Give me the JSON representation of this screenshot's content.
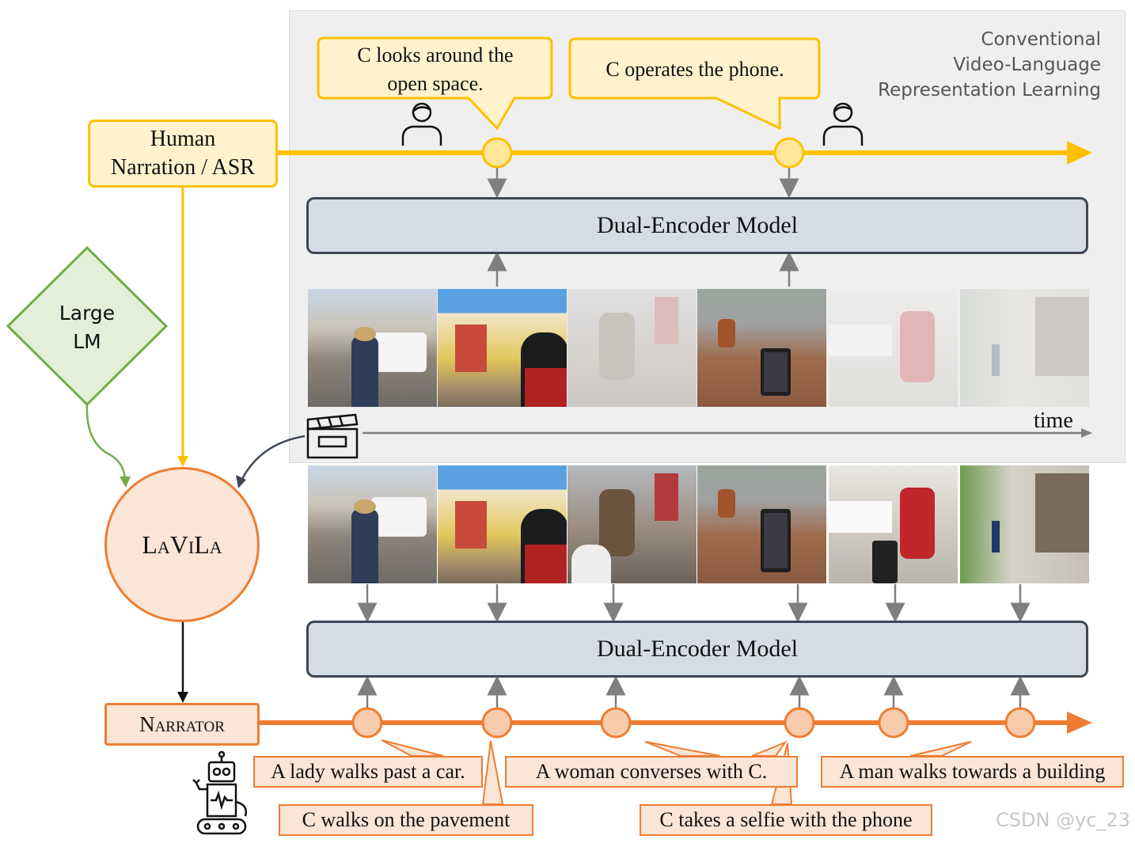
{
  "conventional_label": [
    "Conventional",
    "Video-Language",
    "Representation Learning"
  ],
  "human_narration": {
    "line1": "Human",
    "line2": "Narration / ASR"
  },
  "callouts": [
    {
      "line1": "C looks around the",
      "line2": "open space."
    },
    {
      "line1": "C operates the phone.",
      "line2": ""
    }
  ],
  "dual_encoder_label": "Dual-Encoder Model",
  "large_lm": {
    "line1": "Large",
    "line2": "LM"
  },
  "lavila_label": "LaViLa",
  "narrator_label": "Narrator",
  "time_label": "time",
  "narrations": [
    "A lady walks past a car.",
    "C walks on the pavement",
    "A woman converses with C.",
    "C takes a selfie with the phone",
    "A man walks towards a building"
  ],
  "watermark": "CSDN @yc_23",
  "colors": {
    "yellow": "#ffc000",
    "yellow_fill": "#fff2cc",
    "orange": "#ed7d31",
    "orange_fill": "#fbe5d6",
    "green": "#70ad47",
    "green_fill": "#e2f0d9",
    "encoder_fill": "#d6dce5",
    "encoder_border": "#3f4756"
  },
  "icons": [
    "person-icon",
    "clapperboard-icon",
    "robot-icon"
  ]
}
